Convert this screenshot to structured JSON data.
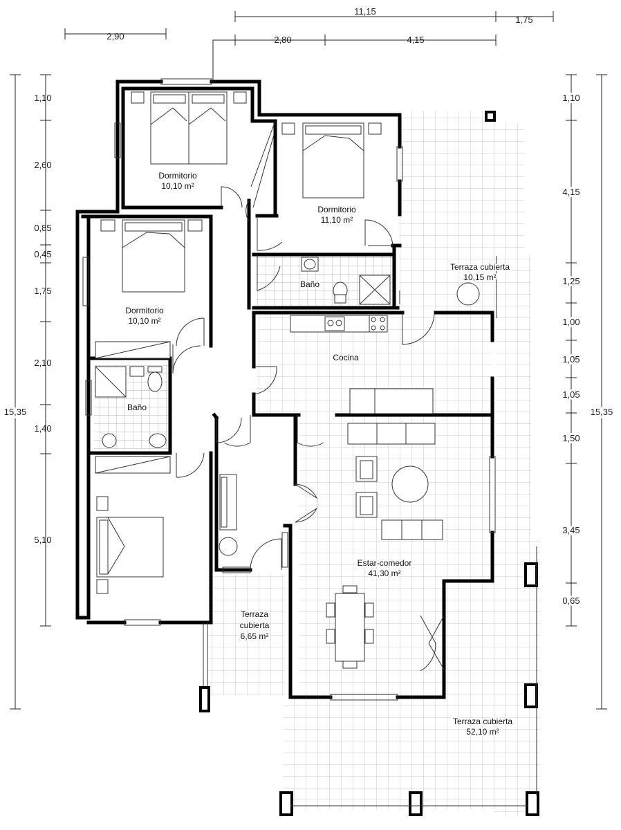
{
  "dimensions": {
    "top": [
      "11,15",
      "1,75",
      "2,90",
      "2,80",
      "4,15"
    ],
    "left": [
      "1,10",
      "2,60",
      "0,85",
      "0,45",
      "1,75",
      "2,10",
      "1,40",
      "5,10",
      "15,35"
    ],
    "right": [
      "1,10",
      "4,15",
      "1,25",
      "1,00",
      "1,05",
      "1,05",
      "1,50",
      "3,45",
      "0,65",
      "15,35"
    ]
  },
  "rooms": [
    {
      "name": "Dormitorio",
      "area": "10,10 m²"
    },
    {
      "name": "Dormitorio",
      "area": "11,10 m²"
    },
    {
      "name": "Dormitorio",
      "area": "10,10 m²"
    },
    {
      "name": "Baño",
      "area": ""
    },
    {
      "name": "Baño",
      "area": ""
    },
    {
      "name": "Cocina",
      "area": ""
    },
    {
      "name": "Terraza cubierta",
      "area": "10,15 m²"
    },
    {
      "name": "Estar-comedor",
      "area": "41,30 m²"
    },
    {
      "name": "Terraza",
      "line2": "cubierta",
      "area": "6,65 m²"
    },
    {
      "name": "Terraza cubierta",
      "area": "52,10 m²"
    }
  ]
}
